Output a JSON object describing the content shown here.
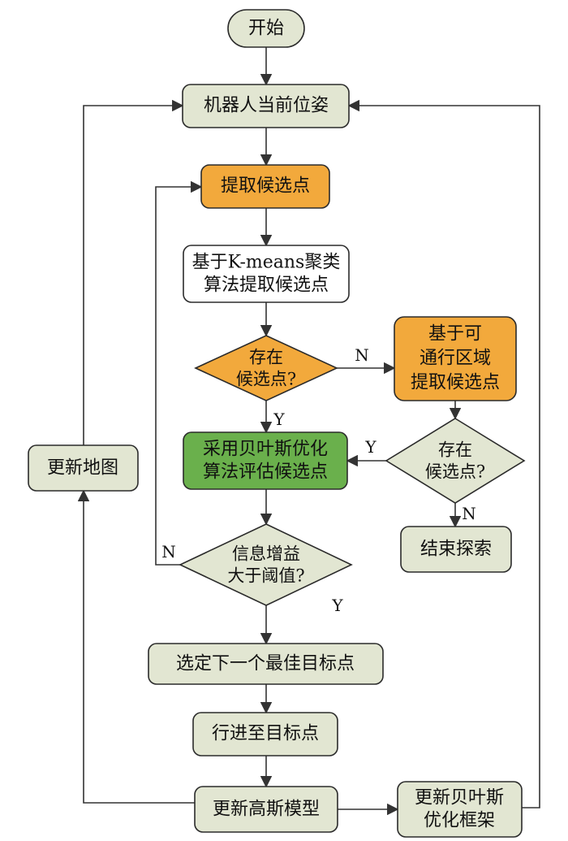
{
  "colors": {
    "node_default": "#e2e6d2",
    "node_orange": "#f2a93c",
    "node_green": "#6ab04c",
    "node_white": "#ffffff",
    "stroke": "#2b2b2b",
    "line": "#333333"
  },
  "nodes": {
    "start": [
      "开始"
    ],
    "pose": [
      "机器人当前位姿"
    ],
    "extract": [
      "提取候选点"
    ],
    "kmeans": [
      "基于K-means聚类",
      "算法提取候选点"
    ],
    "exist1": [
      "存在",
      "候选点?"
    ],
    "passable": [
      "基于可",
      "通行区域",
      "提取候选点"
    ],
    "exist2": [
      "存在",
      "候选点?"
    ],
    "bayes_eval": [
      "采用贝叶斯优化",
      "算法评估候选点"
    ],
    "end_explore": [
      "结束探索"
    ],
    "info_gain": [
      "信息增益",
      "大于阈值?"
    ],
    "select": [
      "选定下一个最佳目标点"
    ],
    "goto": [
      "行进至目标点"
    ],
    "gauss": [
      "更新高斯模型"
    ],
    "bayes_update": [
      "更新贝叶斯",
      "优化框架"
    ],
    "map": [
      "更新地图"
    ]
  },
  "labels": {
    "exist1_no": "N",
    "exist1_yes": "Y",
    "exist2_yes": "Y",
    "exist2_no": "N",
    "gain_no": "N",
    "gain_yes": "Y"
  }
}
